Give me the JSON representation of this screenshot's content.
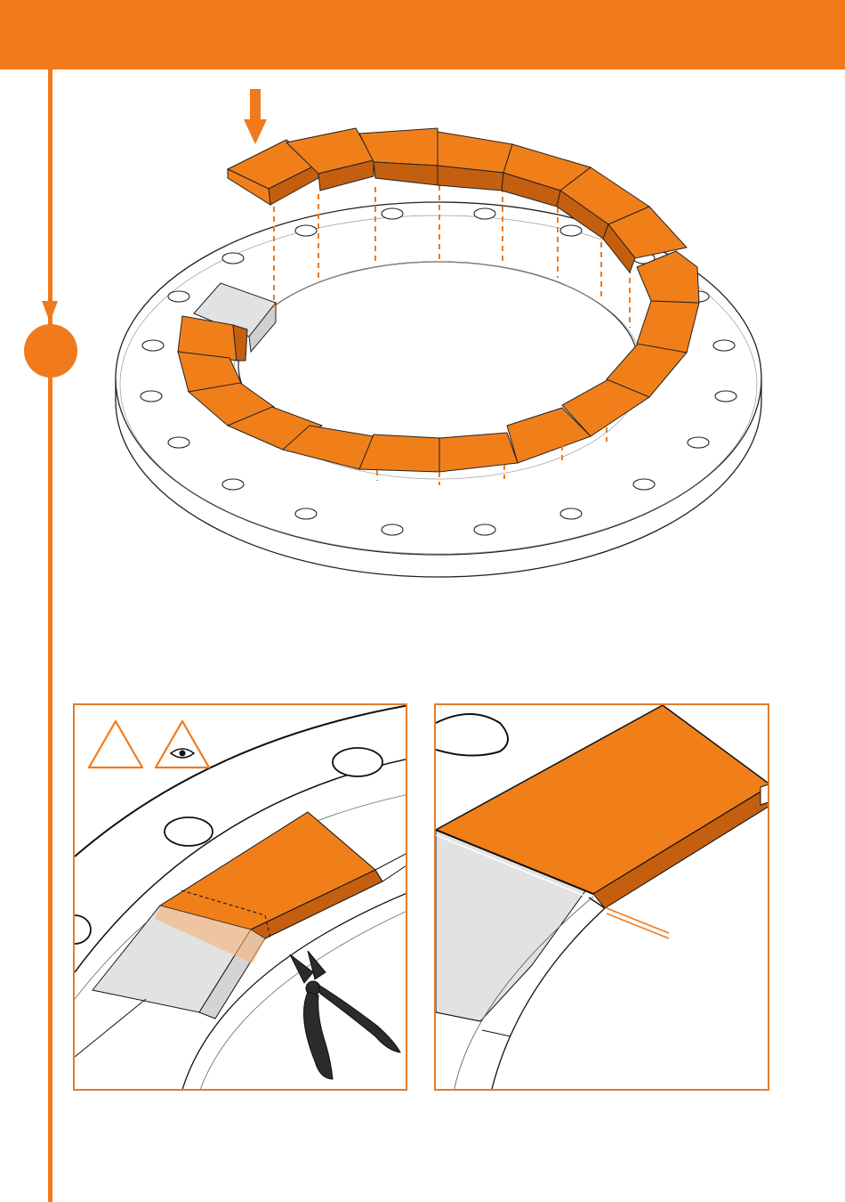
{
  "document": {
    "colors": {
      "accent": "#f07a1c",
      "segment": "#f07f1a",
      "segment_dark": "#c45f10",
      "grey_segment": "#e2e2e2"
    },
    "step": {
      "icon": "step-number-circle"
    },
    "main_figure": {
      "icon": "ring-segment-assembly-illustration"
    },
    "detail_left": {
      "icons": [
        "warning-triangle-icon",
        "inspect-eye-triangle-icon",
        "side-cutter-pliers-icon"
      ]
    },
    "detail_right": {
      "icon": "segment-joint-detail-illustration"
    }
  }
}
